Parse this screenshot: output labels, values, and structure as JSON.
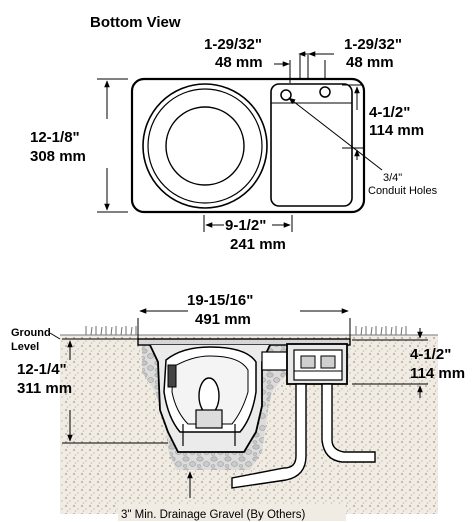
{
  "top_view": {
    "title": "Bottom View",
    "dim_left_gap": {
      "imperial": "1-29/32\"",
      "metric": "48 mm"
    },
    "dim_right_gap": {
      "imperial": "1-29/32\"",
      "metric": "48 mm"
    },
    "dim_height": {
      "imperial": "12-1/8\"",
      "metric": "308 mm"
    },
    "dim_box": {
      "imperial": "4-1/2\"",
      "metric": "114 mm"
    },
    "dim_width": {
      "imperial": "9-1/2\"",
      "metric": "241 mm"
    },
    "conduit_note": {
      "line1": "3/4\"",
      "line2": "Conduit Holes"
    }
  },
  "side_view": {
    "dim_top_width": {
      "imperial": "19-15/16\"",
      "metric": "491 mm"
    },
    "ground_label": {
      "line1": "Ground",
      "line2": "Level"
    },
    "dim_depth": {
      "imperial": "12-1/4\"",
      "metric": "311 mm"
    },
    "dim_box_depth": {
      "imperial": "4-1/2\"",
      "metric": "114 mm"
    },
    "gravel_note": "3\" Min. Drainage Gravel (By Others)"
  }
}
